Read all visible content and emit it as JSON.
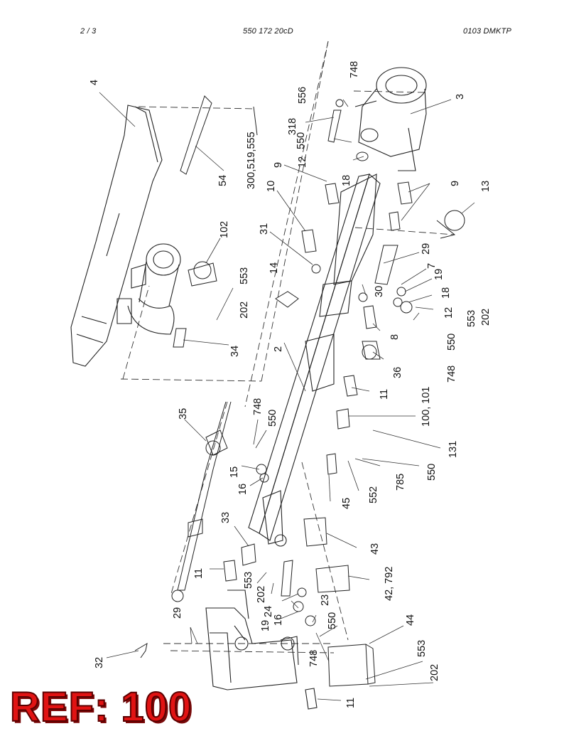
{
  "header": {
    "page": "2 /   3",
    "document": "550 172 20cD",
    "code": "0103 DMKTP"
  },
  "stamp": {
    "label": "REF: 100",
    "color": "#e11313"
  },
  "callouts": [
    {
      "id": "c4",
      "text": "4"
    },
    {
      "id": "c54",
      "text": "54"
    },
    {
      "id": "c300",
      "text": "300,519,555"
    },
    {
      "id": "c102",
      "text": "102"
    },
    {
      "id": "c553a",
      "text": "553"
    },
    {
      "id": "c202a",
      "text": "202"
    },
    {
      "id": "c34",
      "text": "34"
    },
    {
      "id": "c556",
      "text": "556"
    },
    {
      "id": "c748a",
      "text": "748"
    },
    {
      "id": "c318",
      "text": "318"
    },
    {
      "id": "c550a",
      "text": "550"
    },
    {
      "id": "c3",
      "text": "3"
    },
    {
      "id": "c12a",
      "text": "12"
    },
    {
      "id": "c9a",
      "text": "9"
    },
    {
      "id": "c18a",
      "text": "18"
    },
    {
      "id": "c9b",
      "text": "9"
    },
    {
      "id": "c13",
      "text": "13"
    },
    {
      "id": "c10",
      "text": "10"
    },
    {
      "id": "c31",
      "text": "31"
    },
    {
      "id": "c29a",
      "text": "29"
    },
    {
      "id": "c7",
      "text": "7"
    },
    {
      "id": "c19a",
      "text": "19"
    },
    {
      "id": "c18b",
      "text": "18"
    },
    {
      "id": "c12b",
      "text": "12"
    },
    {
      "id": "c30",
      "text": "30"
    },
    {
      "id": "c14",
      "text": "14"
    },
    {
      "id": "c553b",
      "text": "553"
    },
    {
      "id": "c202b",
      "text": "202"
    },
    {
      "id": "c8",
      "text": "8"
    },
    {
      "id": "c550b",
      "text": "550"
    },
    {
      "id": "c748b",
      "text": "748"
    },
    {
      "id": "c2",
      "text": "2"
    },
    {
      "id": "c36",
      "text": "36"
    },
    {
      "id": "c11a",
      "text": "11"
    },
    {
      "id": "c100",
      "text": "100, 101"
    },
    {
      "id": "c35",
      "text": "35"
    },
    {
      "id": "c748c",
      "text": "748"
    },
    {
      "id": "c550c",
      "text": "550"
    },
    {
      "id": "c131",
      "text": "131"
    },
    {
      "id": "c550d",
      "text": "550"
    },
    {
      "id": "c785",
      "text": "785"
    },
    {
      "id": "c15",
      "text": "15"
    },
    {
      "id": "c16a",
      "text": "16"
    },
    {
      "id": "c552",
      "text": "552"
    },
    {
      "id": "c45",
      "text": "45"
    },
    {
      "id": "c33",
      "text": "33"
    },
    {
      "id": "c43",
      "text": "43"
    },
    {
      "id": "c11b",
      "text": "11"
    },
    {
      "id": "c553c",
      "text": "553"
    },
    {
      "id": "c202c",
      "text": "202"
    },
    {
      "id": "c24",
      "text": "24"
    },
    {
      "id": "c42",
      "text": "42, 792"
    },
    {
      "id": "c29b",
      "text": "29"
    },
    {
      "id": "c19b",
      "text": "19"
    },
    {
      "id": "c16b",
      "text": "16"
    },
    {
      "id": "c23",
      "text": "23"
    },
    {
      "id": "c550e",
      "text": "550"
    },
    {
      "id": "c44",
      "text": "44"
    },
    {
      "id": "c32",
      "text": "32"
    },
    {
      "id": "c748d",
      "text": "748"
    },
    {
      "id": "c553d",
      "text": "553"
    },
    {
      "id": "c202d",
      "text": "202"
    },
    {
      "id": "c11c",
      "text": "11"
    }
  ]
}
